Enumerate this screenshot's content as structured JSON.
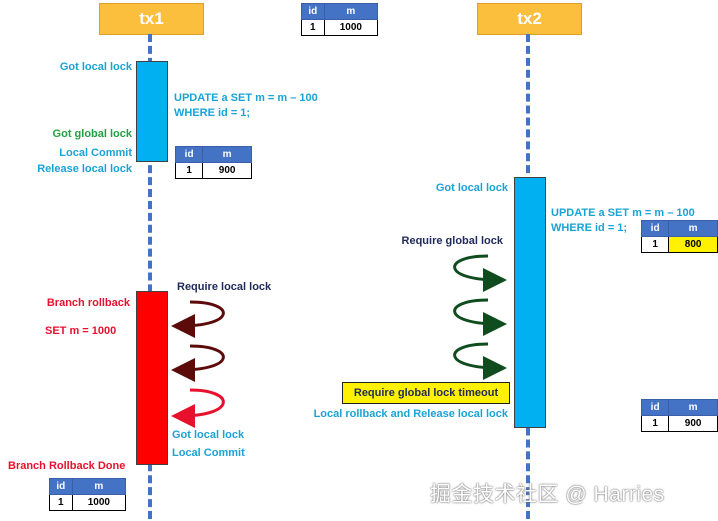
{
  "tx1": {
    "title": "tx1",
    "initial_table": {
      "headers": [
        "id",
        "m"
      ],
      "row": [
        "1",
        "1000"
      ]
    },
    "got_local_lock": "Got local lock",
    "sql_line1": "UPDATE a SET m = m – 100",
    "sql_line2": "WHERE id = 1;",
    "got_global_lock": "Got global lock",
    "local_commit": "Local Commit",
    "release_local_lock": "Release local lock",
    "after_commit_table": {
      "headers": [
        "id",
        "m"
      ],
      "row": [
        "1",
        "900"
      ]
    },
    "branch_rollback": "Branch rollback",
    "set_m": "SET m = 1000",
    "require_local_lock": "Require local lock",
    "got_local_lock_2": "Got local lock",
    "local_commit_2": "Local Commit",
    "branch_rollback_done": "Branch Rollback Done",
    "final_table": {
      "headers": [
        "id",
        "m"
      ],
      "row": [
        "1",
        "1000"
      ]
    }
  },
  "tx2": {
    "title": "tx2",
    "got_local_lock": "Got local lock",
    "sql_line1": "UPDATE a SET m = m – 100",
    "sql_line2": "WHERE id = 1;",
    "pending_table": {
      "headers": [
        "id",
        "m"
      ],
      "row": [
        "1",
        "800"
      ]
    },
    "require_global_lock": "Require global lock",
    "timeout": "Require global lock timeout",
    "local_rollback": "Local rollback and Release local lock",
    "final_table": {
      "headers": [
        "id",
        "m"
      ],
      "row": [
        "1",
        "900"
      ]
    }
  },
  "watermark": "掘金技术社区 @ Harries",
  "colors": {
    "header": "#fbbf3d",
    "lifeline": "#4472c4",
    "tx_bar": "#00b0f0",
    "rollback_bar": "#ff0000",
    "local_lock_arrow": "#5c0a0a",
    "rollback_arrow": "#e8112d",
    "global_lock_arrow": "#0f4d1f",
    "highlight": "#fff200"
  }
}
